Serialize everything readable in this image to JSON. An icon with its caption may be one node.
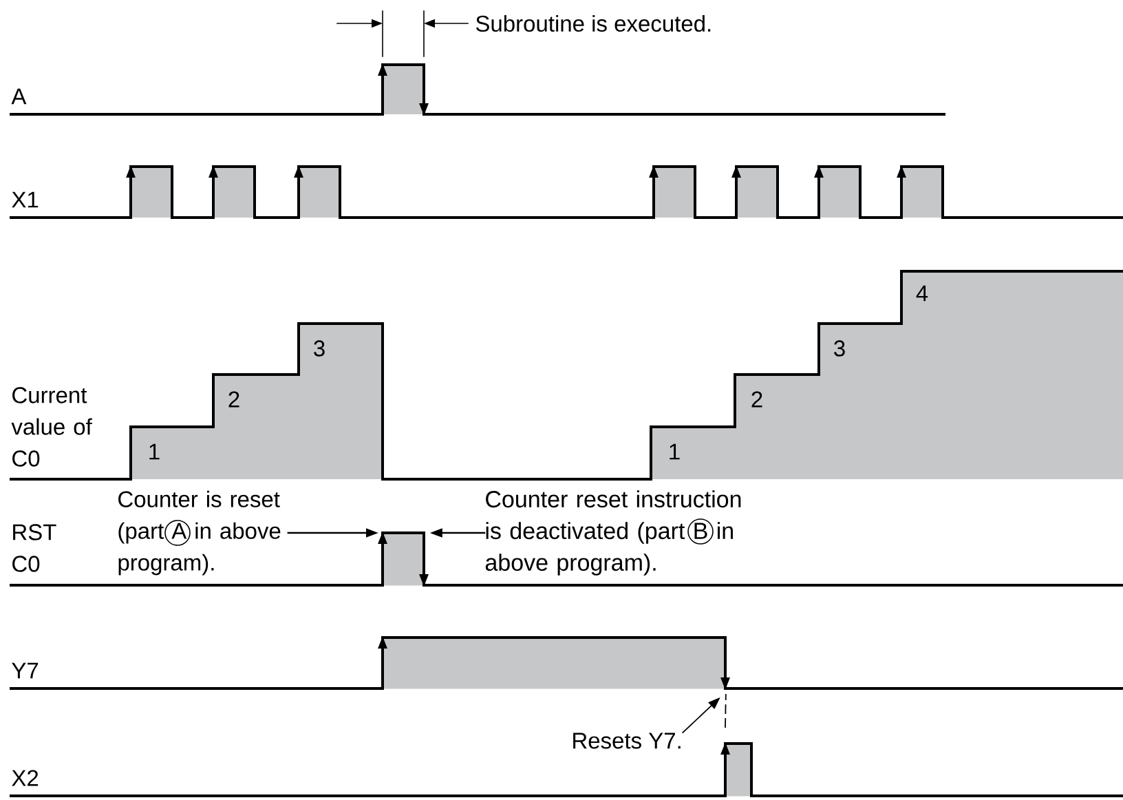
{
  "diagram": {
    "nodes": [
      {
        "text": [
          "Counter is reset (part A in above program)."
        ]
      },
      {
        "text": [
          "Counter reset instruction is deactivated (part B in above program)."
        ]
      },
      {
        "text": [
          "Resets Y7."
        ]
      },
      {
        "text": [],
        "shape": "bar"
      },
      {
        "text": [],
        "shape": "bar"
      },
      {
        "text": [],
        "shape": "bar"
      }
    ],
    "edges": [
      {
        "from": 0,
        "to": 3,
        "arrow": "to"
      },
      {
        "from": 1,
        "to": 3,
        "arrow": "to"
      },
      {
        "from": 2,
        "to": 4,
        "arrow": "to"
      },
      {
        "from": 5,
        "to": 4,
        "arrow": "none",
        "style": "dashed"
      }
    ],
    "labels": [
      "Subroutine is executed.",
      "A",
      "X1",
      "Current value of C0",
      "1",
      "2",
      "3",
      "1",
      "2",
      "3",
      "4",
      "RST C0",
      "Y7",
      "X2"
    ]
  }
}
